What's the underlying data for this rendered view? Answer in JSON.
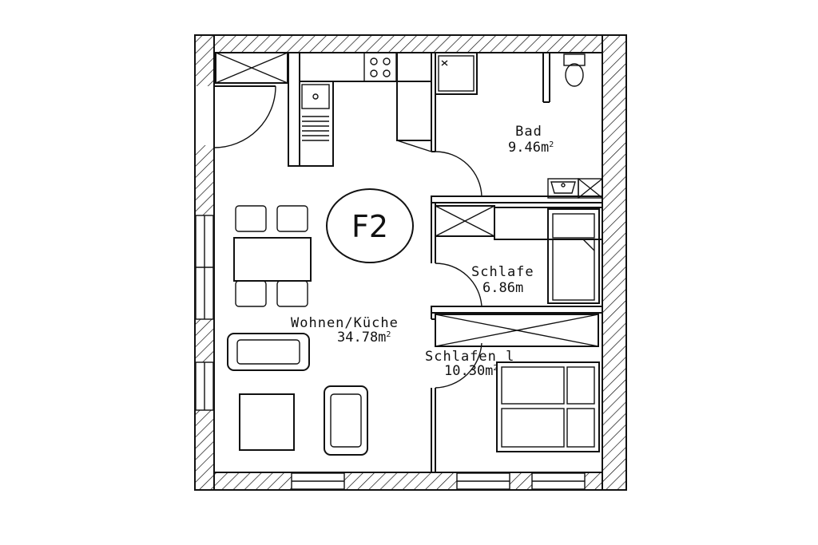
{
  "unit": {
    "label": "F2"
  },
  "rooms": {
    "bad": {
      "name": "Bad",
      "area": "9.46m",
      "sup": "2"
    },
    "schlafen2": {
      "name": "Schlafe",
      "area": "6.86m",
      "sup": ""
    },
    "wohnen": {
      "name": "Wohnen/Küche",
      "area": "34.78m",
      "sup": "2"
    },
    "schlafen1": {
      "name": "Schlafen l",
      "area": "10.30m",
      "sup": "2"
    }
  }
}
